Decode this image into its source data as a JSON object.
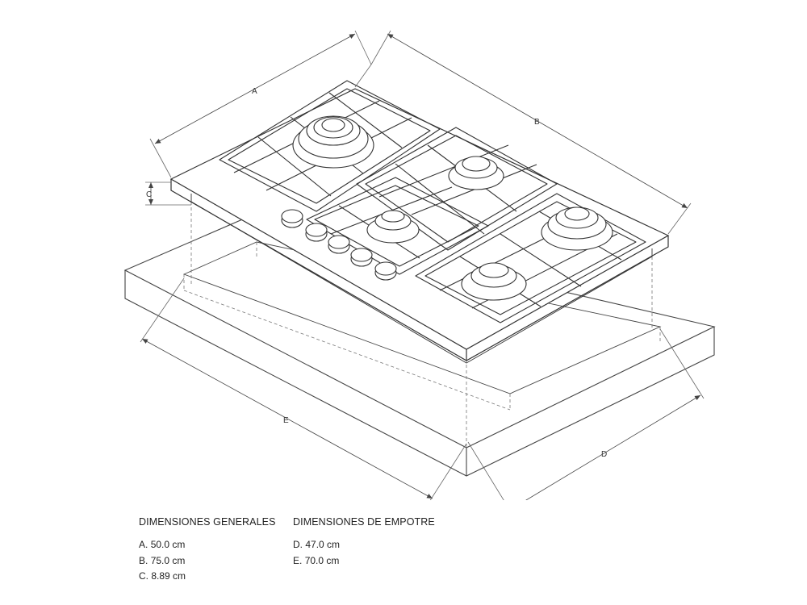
{
  "dimension_labels": {
    "a": "A",
    "b": "B",
    "c": "C",
    "d": "D",
    "e": "E"
  },
  "general": {
    "title": "DIMENSIONES GENERALES",
    "items": [
      {
        "key": "A.",
        "value": "50.0 cm"
      },
      {
        "key": "B.",
        "value": "75.0 cm"
      },
      {
        "key": "C.",
        "value": "8.89 cm"
      }
    ]
  },
  "cutout": {
    "title": "DIMENSIONES DE EMPOTRE",
    "items": [
      {
        "key": "D.",
        "value": "47.0 cm"
      },
      {
        "key": "E.",
        "value": "70.0 cm"
      }
    ]
  }
}
